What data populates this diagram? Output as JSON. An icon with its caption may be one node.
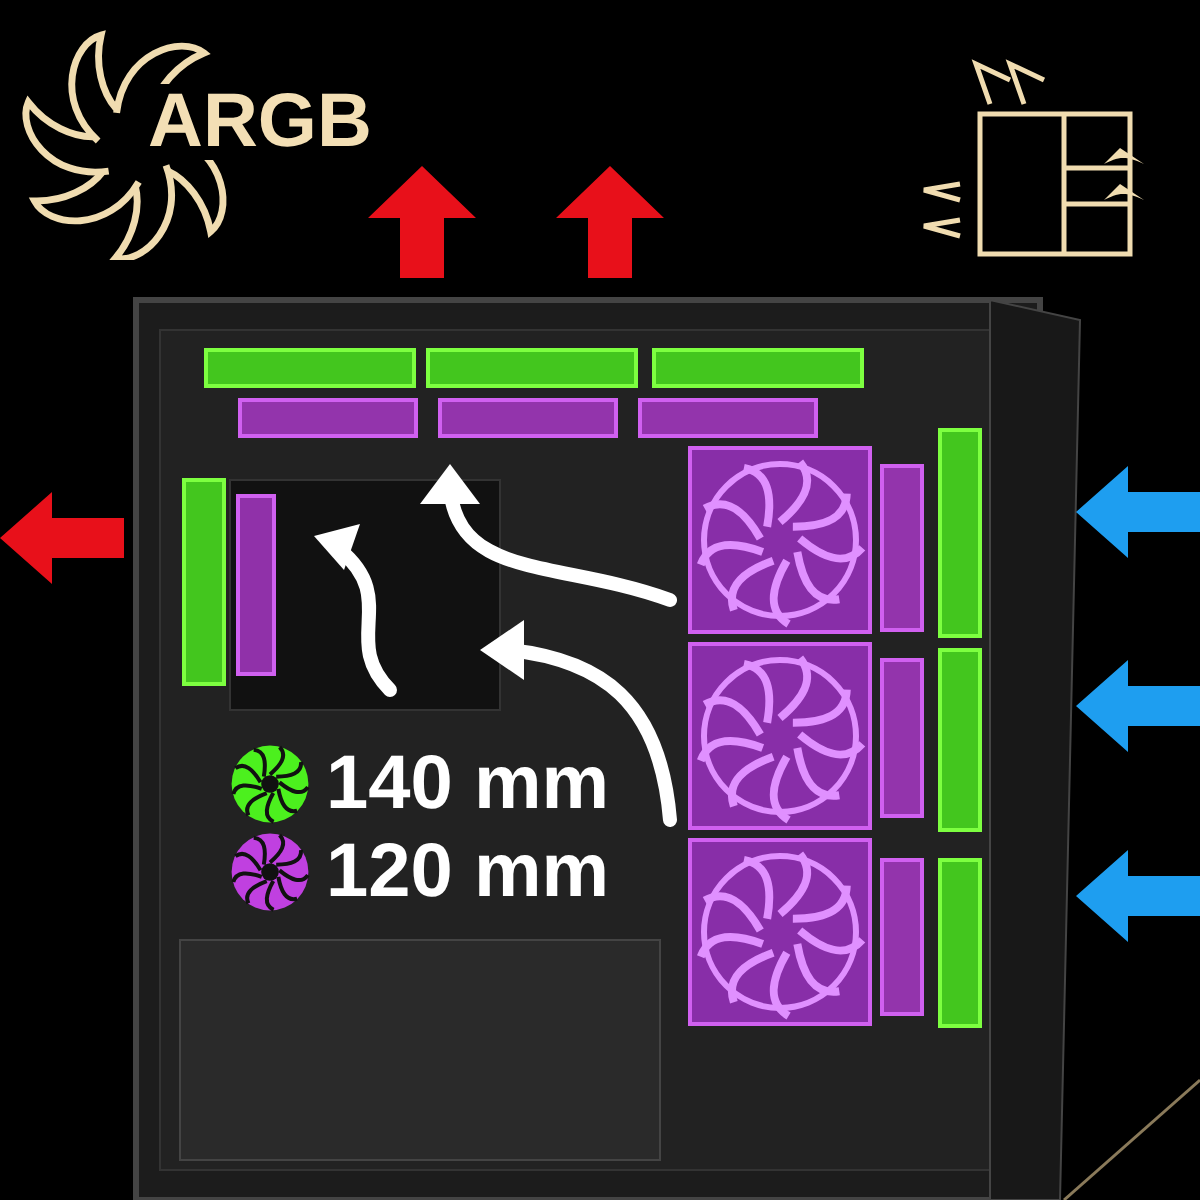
{
  "diagram": {
    "labels": [
      "ARGB"
    ],
    "legend": [
      {
        "text": "140 mm",
        "color": "#4cf01e"
      },
      {
        "text": "120 mm",
        "color": "#c040e0"
      }
    ]
  }
}
